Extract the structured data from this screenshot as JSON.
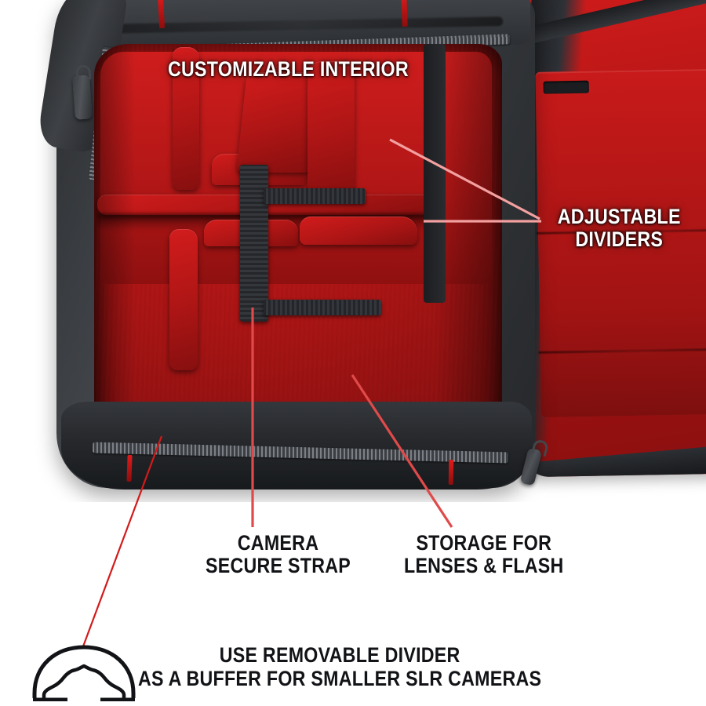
{
  "product": {
    "type": "camera-backpack-interior-infographic",
    "subject": "DSLR camera backpack shown open with red padded interior"
  },
  "colors": {
    "interior_red": "#A81414",
    "flap_red": "#B51616",
    "shell_dark": "#35383C",
    "label_white": "#FFFFFF",
    "label_black": "#111316",
    "leader_line_light": "#F3A0A0",
    "leader_line_red": "#D31A1A"
  },
  "callouts": [
    {
      "id": "customizable-interior",
      "text": "CUSTOMIZABLE INTERIOR",
      "color": "white",
      "position": "top-center"
    },
    {
      "id": "adjustable-dividers",
      "text": "ADJUSTABLE\nDIVIDERS",
      "color": "white",
      "position": "right"
    },
    {
      "id": "camera-secure-strap",
      "text": "CAMERA\nSECURE STRAP",
      "color": "black",
      "position": "bottom-left"
    },
    {
      "id": "storage-for-lenses-flash",
      "text": "STORAGE FOR\nLENSES & FLASH",
      "color": "black",
      "position": "bottom-center"
    }
  ],
  "footer": {
    "text": "USE REMOVABLE DIVIDER\nAS A BUFFER FOR SMALLER SLR CAMERAS",
    "icon": "removable-divider-dome-icon"
  }
}
